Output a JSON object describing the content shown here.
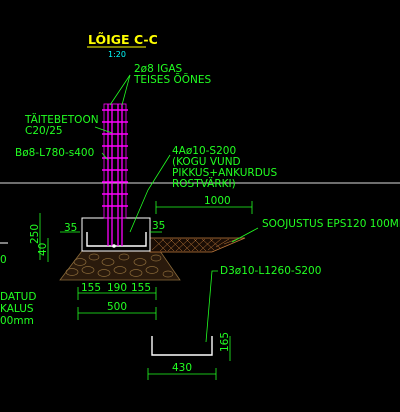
{
  "title": "LÕIGE C-C",
  "scale": "1:20",
  "labels": {
    "rebar_top_a": "2ø8 IGAS",
    "rebar_top_b": "TEISES ÕÕNES",
    "fill_concrete_a": "TÄITEBETOON",
    "fill_concrete_b": "C20/25",
    "rebar_b8": "Bø8-L780-s400",
    "rebar_4a_1": "4Aø10-S200",
    "rebar_4a_2": "(KOGU VUND",
    "rebar_4a_3": "PIKKUS+ANKURDUS",
    "rebar_4a_4": "ROSTVÄRKI)",
    "insulation": "SOOJUSTUS EPS120 100MM",
    "rebar_d3": "D3ø10-L1260-S200",
    "gravel_a": "DATUD",
    "gravel_b": "KALUS",
    "gravel_c": "00mm"
  },
  "dims": {
    "d1000": "1000",
    "d35_left": "35",
    "d35_right": "35",
    "d250": "250",
    "d40": "40",
    "d_edge": "0",
    "d155a": "155",
    "d190": "190",
    "d155b": "155",
    "d500": "500",
    "d165": "165",
    "d430": "430"
  },
  "colors": {
    "background": "#000000",
    "annotation": "#22ff22",
    "title": "#ffff00",
    "scale": "#00ffff",
    "rebar": "#ff00ff",
    "outline": "#ffffff",
    "hatch": "#c07a3c",
    "gravel": "#6a4a2a"
  }
}
